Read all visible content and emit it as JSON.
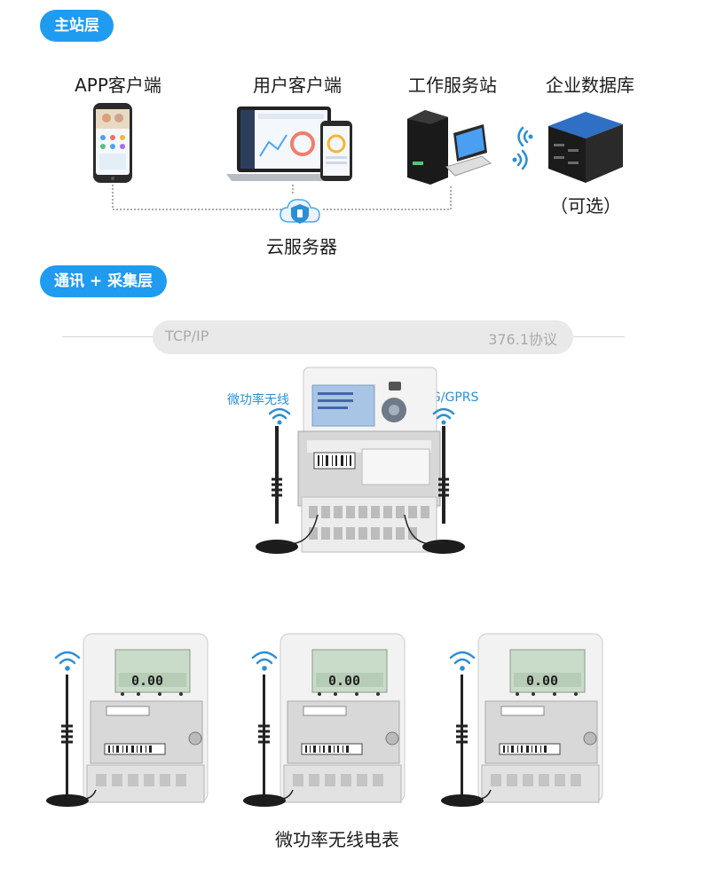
{
  "layers": {
    "master": "主站层",
    "comm": "通讯 + 采集层"
  },
  "master": {
    "app_client": "APP客户端",
    "user_client": "用户客户端",
    "workstation": "工作服务站",
    "database": "企业数据库",
    "optional": "（可选）",
    "cloud_server": "云服务器"
  },
  "protocol": {
    "left": "TCP/IP",
    "right": "376.1协议"
  },
  "concentrator": {
    "left_label": "微功率无线",
    "right_label": "4G/GPRS"
  },
  "meters": {
    "caption": "微功率无线电表",
    "display": "0.00"
  },
  "colors": {
    "accent": "#1f9bf0",
    "wireless": "#2a8fd6"
  }
}
